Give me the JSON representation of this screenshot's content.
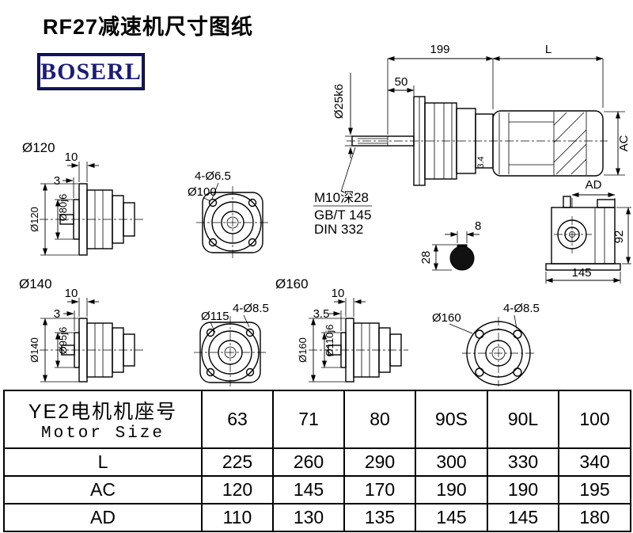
{
  "title": "RF27减速机尺寸图纸",
  "logo": "BOSERL",
  "drawing": {
    "main": {
      "dim_199": "199",
      "dim_l": "L",
      "dim_shaft": "Ø25k6",
      "dim_50": "50",
      "dim_ac": "AC",
      "dim_gap": "3.4",
      "dim_ad": "AD",
      "note1": "M10深28",
      "note2": "GB/T 145",
      "note3": "DIN 332"
    },
    "side": {
      "dim_92": "92",
      "dim_145": "145",
      "dim_8": "8",
      "dim_28": "28"
    },
    "flange120": {
      "label": "Ø120",
      "dim_10": "10",
      "dim_3": "3",
      "dim_outer": "Ø120",
      "dim_spigot": "Ø80j6"
    },
    "face100": {
      "holes": "4-Ø6.5",
      "bolt_circle": "Ø100"
    },
    "flange140": {
      "label": "Ø140",
      "dim_10": "10",
      "dim_3": "3",
      "dim_outer": "Ø140",
      "dim_spigot": "Ø95j6"
    },
    "face115": {
      "holes": "4-Ø8.5",
      "bolt_circle": "Ø115"
    },
    "flange160": {
      "label": "Ø160",
      "dim_10": "10",
      "dim_3": "3.5",
      "dim_outer": "Ø160",
      "dim_spigot": "Ø110j6"
    },
    "face160": {
      "holes": "4-Ø8.5",
      "bolt_circle": "Ø160"
    }
  },
  "table": {
    "header_cn": "YE2电机机座号",
    "header_en": "Motor Size",
    "sizes": [
      "63",
      "71",
      "80",
      "90S",
      "90L",
      "100"
    ],
    "rows": [
      {
        "label": "L",
        "values": [
          "225",
          "260",
          "290",
          "300",
          "330",
          "340"
        ]
      },
      {
        "label": "AC",
        "values": [
          "120",
          "145",
          "170",
          "190",
          "190",
          "195"
        ]
      },
      {
        "label": "AD",
        "values": [
          "110",
          "130",
          "135",
          "145",
          "145",
          "180"
        ]
      }
    ]
  }
}
